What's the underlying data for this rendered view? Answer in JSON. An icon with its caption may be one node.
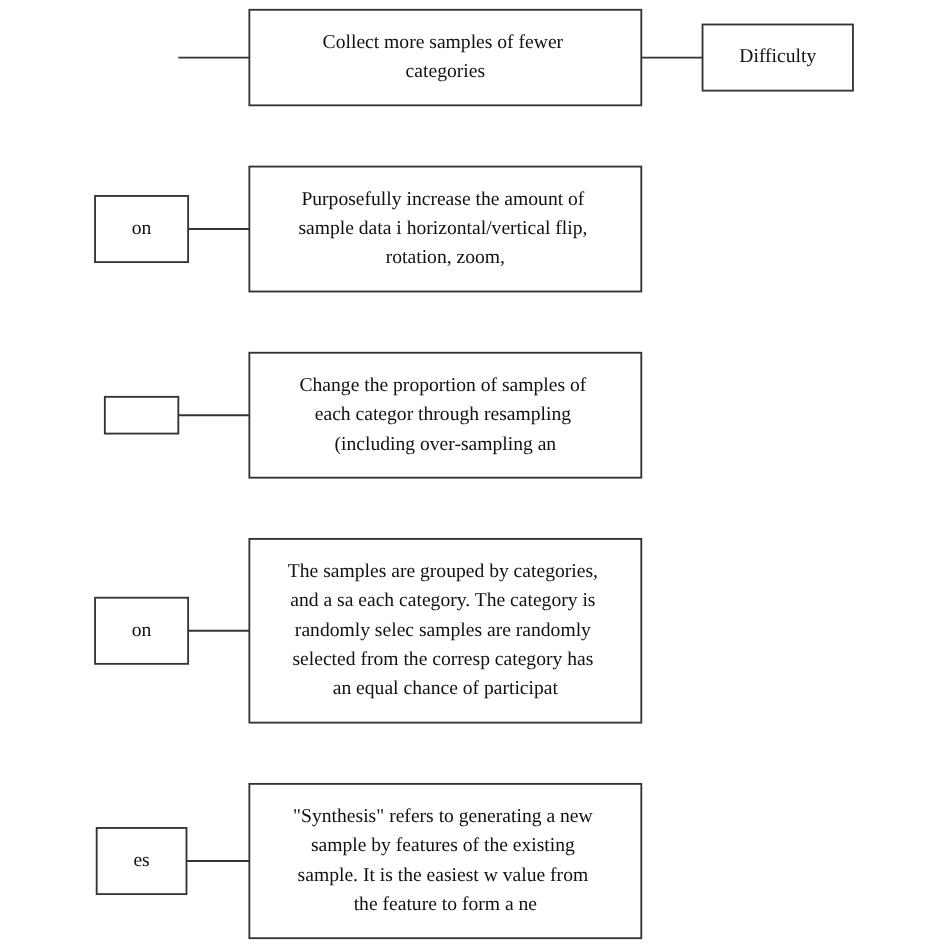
{
  "diagram": {
    "nodes": [
      {
        "text": [
          "Collect more samples of fewer categories"
        ]
      },
      {
        "text": [
          "Difficulty"
        ]
      },
      {
        "text": [
          "on"
        ]
      },
      {
        "text": [
          "Purposefully increase the amount of sample data i horizontal/vertical flip, rotation, zoom,"
        ]
      },
      {
        "text": [],
        "shape": "box"
      },
      {
        "text": [
          "Change the proportion of samples of each categor through resampling (including over-sampling an"
        ]
      },
      {
        "text": [
          "on"
        ]
      },
      {
        "text": [
          "The samples are grouped by categories, and a sa each category. The category is randomly selec samples are randomly selected from the corresp category has an equal chance of participat"
        ]
      },
      {
        "text": [
          "es"
        ]
      },
      {
        "text": [
          "\"Synthesis\" refers to generating a new sample by features of the existing sample. It is the easiest w value from the feature to form a ne"
        ]
      }
    ],
    "edges": [
      {
        "from": null,
        "to": 0,
        "arrow": "none"
      },
      {
        "from": 0,
        "to": 1,
        "arrow": "none"
      },
      {
        "from": 2,
        "to": 3,
        "arrow": "none"
      },
      {
        "from": 4,
        "to": 5,
        "arrow": "none"
      },
      {
        "from": 6,
        "to": 7,
        "arrow": "none"
      },
      {
        "from": 8,
        "to": 9,
        "arrow": "none"
      }
    ]
  }
}
